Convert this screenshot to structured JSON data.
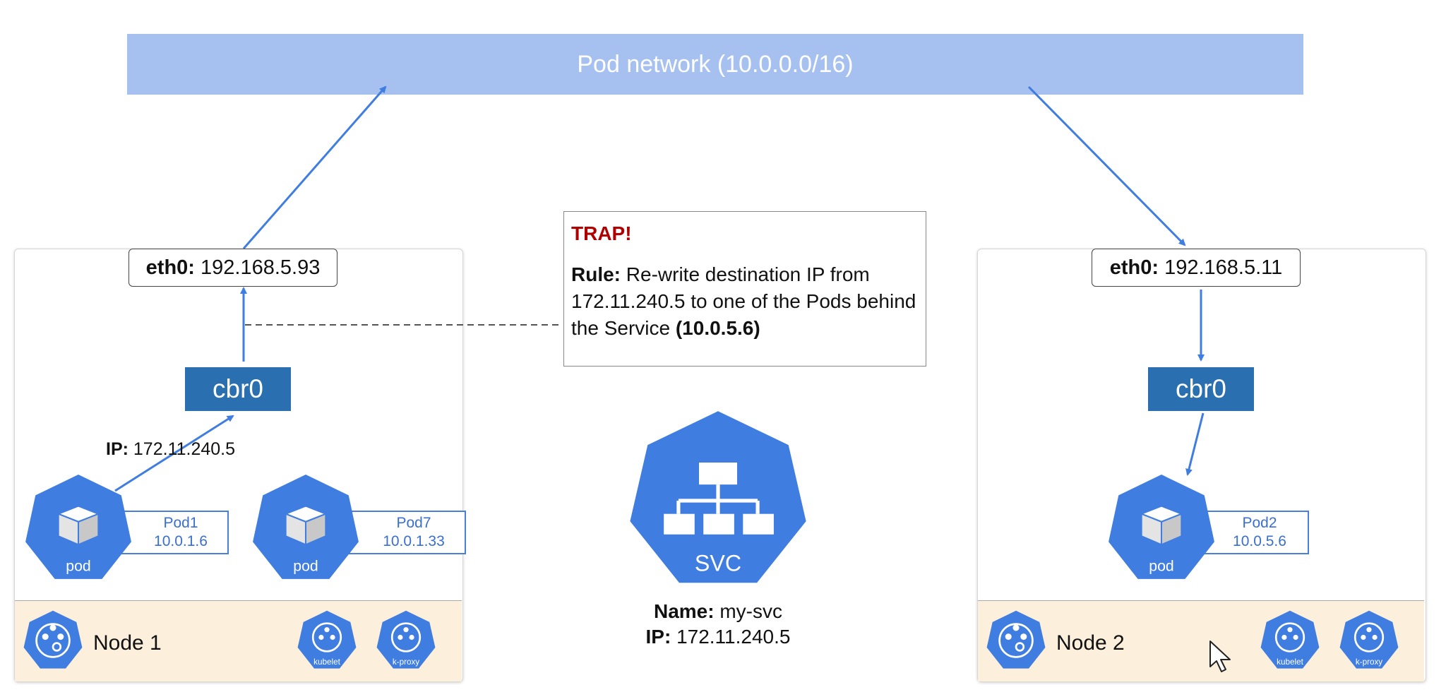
{
  "network": {
    "label": "Pod network (10.0.0.0/16)"
  },
  "node1": {
    "name": "Node 1",
    "eth_key": "eth0:",
    "eth_ip": "192.168.5.93",
    "cbr": "cbr0",
    "src_ip_key": "IP:",
    "src_ip": "172.11.240.5",
    "pods": [
      {
        "icon_text": "pod",
        "name": "Pod1",
        "ip": "10.0.1.6"
      },
      {
        "icon_text": "pod",
        "name": "Pod7",
        "ip": "10.0.1.33"
      }
    ],
    "agents": [
      "kubelet",
      "k-proxy"
    ]
  },
  "node2": {
    "name": "Node 2",
    "eth_key": "eth0:",
    "eth_ip": "192.168.5.11",
    "cbr": "cbr0",
    "pods": [
      {
        "icon_text": "pod",
        "name": "Pod2",
        "ip": "10.0.5.6"
      }
    ],
    "agents": [
      "kubelet",
      "k-proxy"
    ]
  },
  "trap": {
    "title": "TRAP!",
    "rule_key": "Rule:",
    "rule_text": "Re-write destination IP from 172.11.240.5 to one of the Pods behind the Service",
    "rule_target": "(10.0.5.6)"
  },
  "svc": {
    "icon_text": "SVC",
    "name_key": "Name:",
    "name": "my-svc",
    "ip_key": "IP:",
    "ip": "172.11.240.5"
  },
  "colors": {
    "k8s_blue": "#3f7de0",
    "network_bar": "#a6c0f0",
    "cbr": "#2a6fb0",
    "footer": "#fcefdc",
    "trap_red": "#b00000"
  }
}
